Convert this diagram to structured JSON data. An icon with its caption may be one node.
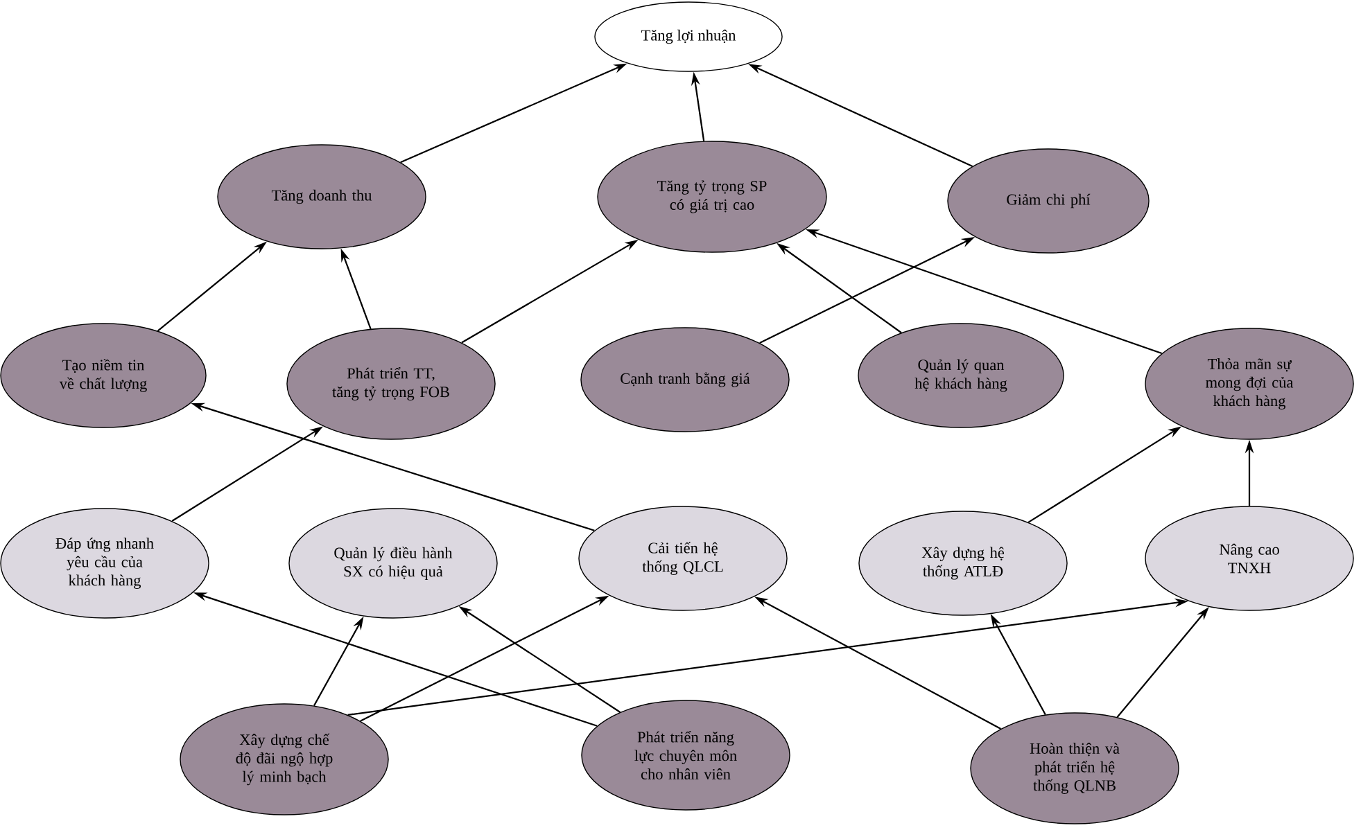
{
  "diagram": {
    "nodes": [
      {
        "text": [
          "Tăng lợi nhuận"
        ]
      },
      {
        "text": [
          "Tăng doanh thu"
        ]
      },
      {
        "text": [
          "Tăng tỷ trọng SP có giá trị cao"
        ]
      },
      {
        "text": [
          "Giảm chi phí"
        ]
      },
      {
        "text": [
          "Tạo niềm tin về chất lượng"
        ]
      },
      {
        "text": [
          "Phát triển TT, tăng tỷ trọng FOB"
        ]
      },
      {
        "text": [
          "Cạnh tranh bằng giá"
        ]
      },
      {
        "text": [
          "Quản lý quan hệ khách hàng"
        ]
      },
      {
        "text": [
          "Thỏa mãn sự mong đợi của khách hàng"
        ]
      },
      {
        "text": [
          "Đáp ứng nhanh yêu cầu của khách hàng"
        ]
      },
      {
        "text": [
          "Quản lý điều hành SX có hiệu quả"
        ]
      },
      {
        "text": [
          "Cải tiến hệ thống QLCL"
        ]
      },
      {
        "text": [
          "Xây dựng hệ thống ATLĐ"
        ]
      },
      {
        "text": [
          "Nâng cao TNXH"
        ]
      },
      {
        "text": [
          "Xây dựng chế độ đãi ngộ hợp lý minh bạch"
        ]
      },
      {
        "text": [
          "Phát triển năng lực chuyên môn cho nhân viên"
        ]
      },
      {
        "text": [
          "Hoàn thiện và phát triển hệ thống QLNB"
        ]
      }
    ],
    "edges": [
      {
        "from": 1,
        "to": 0,
        "arrow": "to"
      },
      {
        "from": 2,
        "to": 0,
        "arrow": "to"
      },
      {
        "from": 3,
        "to": 0,
        "arrow": "to"
      },
      {
        "from": 4,
        "to": 1,
        "arrow": "to"
      },
      {
        "from": 5,
        "to": 1,
        "arrow": "to"
      },
      {
        "from": 5,
        "to": 2,
        "arrow": "to"
      },
      {
        "from": 6,
        "to": 3,
        "arrow": "to"
      },
      {
        "from": 7,
        "to": 2,
        "arrow": "to"
      },
      {
        "from": 8,
        "to": 2,
        "arrow": "to"
      },
      {
        "from": 9,
        "to": 5,
        "arrow": "to"
      },
      {
        "from": 11,
        "to": 4,
        "arrow": "to"
      },
      {
        "from": 12,
        "to": 8,
        "arrow": "to"
      },
      {
        "from": 13,
        "to": 8,
        "arrow": "to"
      },
      {
        "from": 14,
        "to": 10,
        "arrow": "to"
      },
      {
        "from": 14,
        "to": 11,
        "arrow": "to"
      },
      {
        "from": 14,
        "to": 13,
        "arrow": "to"
      },
      {
        "from": 15,
        "to": 9,
        "arrow": "to"
      },
      {
        "from": 15,
        "to": 10,
        "arrow": "to"
      },
      {
        "from": 16,
        "to": 11,
        "arrow": "to"
      },
      {
        "from": 16,
        "to": 12,
        "arrow": "to"
      },
      {
        "from": 16,
        "to": 13,
        "arrow": "to"
      }
    ]
  }
}
